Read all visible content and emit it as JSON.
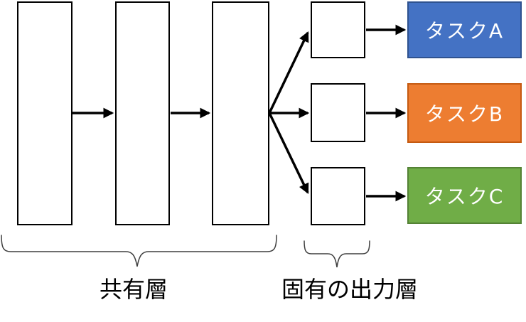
{
  "diagram": {
    "labels": {
      "shared": "共有層",
      "specific_output": "固有の出力層"
    },
    "tasks": [
      {
        "label": "タスクA",
        "fill": "#4472C4",
        "border": "#2F528F",
        "text_color": "#FFFFFF"
      },
      {
        "label": "タスクB",
        "fill": "#ED7D31",
        "border": "#C55A11",
        "text_color": "#FFFFFF"
      },
      {
        "label": "タスクC",
        "fill": "#70AD47",
        "border": "#548235",
        "text_color": "#FFFFFF"
      }
    ]
  }
}
